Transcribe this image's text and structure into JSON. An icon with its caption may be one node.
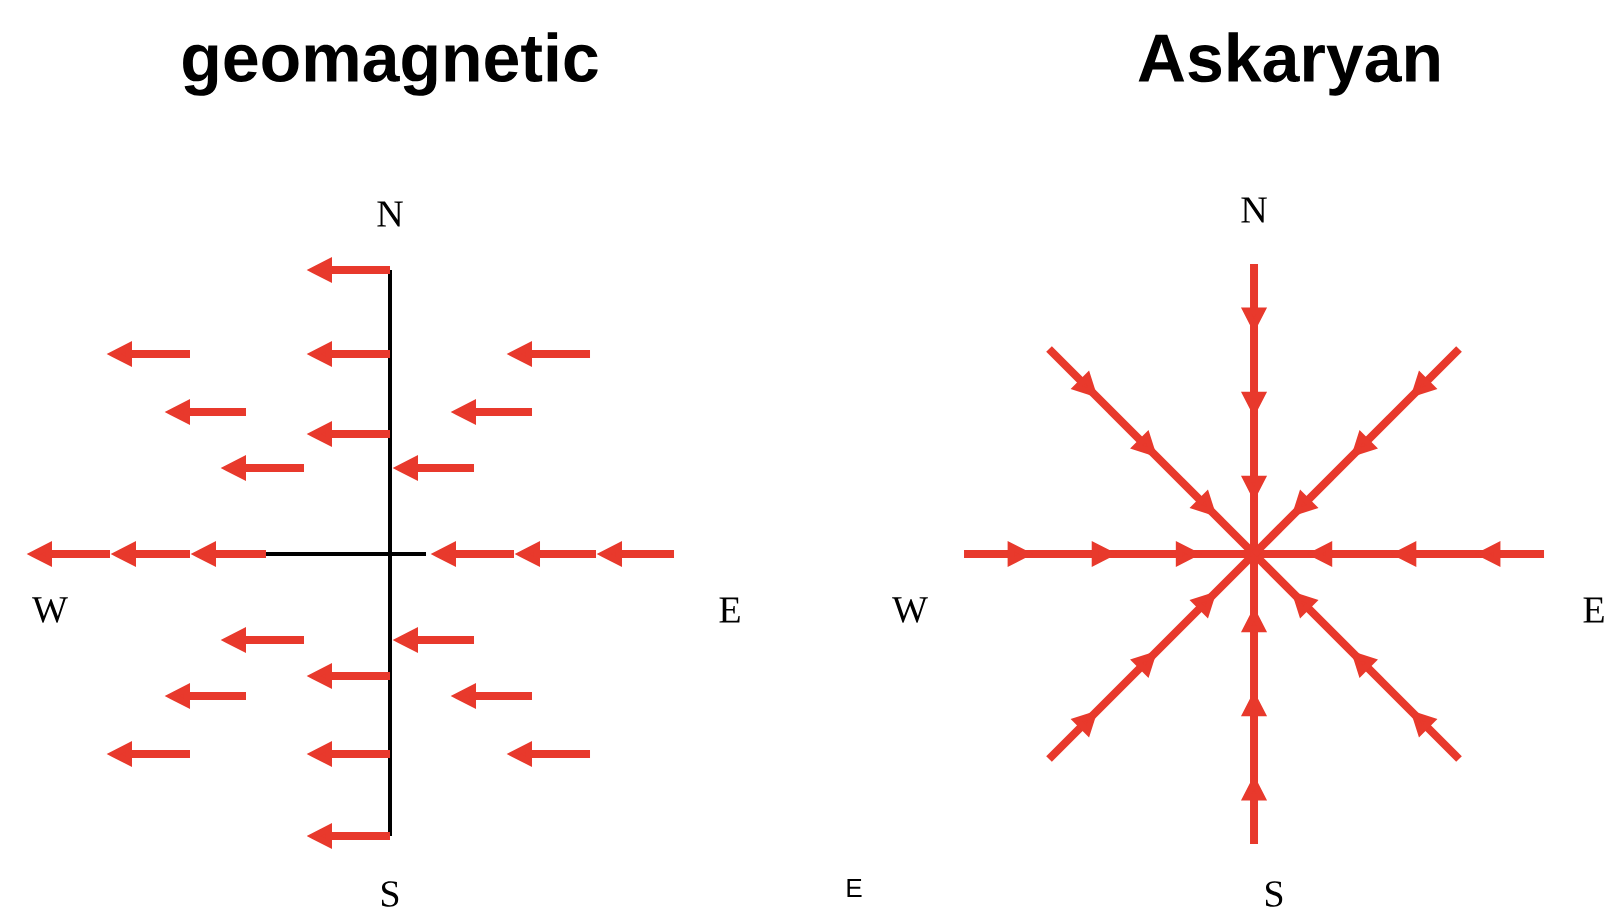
{
  "diagram": {
    "labels": [
      "geomagnetic",
      "Askaryan",
      "N",
      "W",
      "E",
      "S",
      "N",
      "W",
      "E",
      "S",
      "E"
    ]
  }
}
